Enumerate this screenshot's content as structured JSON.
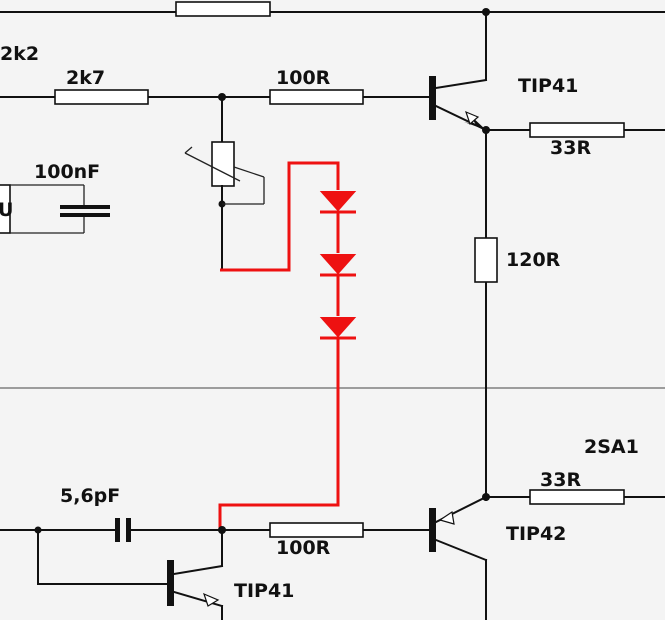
{
  "labels": {
    "r_top_left": "2k2",
    "r1": "2k7",
    "r2_top": "100R",
    "q_top": "TIP41",
    "r_emitter_top": "33R",
    "cap_top": "100nF",
    "r_mid": "120R",
    "q_bottom_right_partial": "2SA1",
    "r_emitter_bottom": "33R",
    "cap_bottom": "5,6pF",
    "q_bottom": "TIP42",
    "r2_bottom": "100R",
    "q_driver": "TIP41"
  },
  "colors": {
    "wire": "#111111",
    "highlight": "#ee1111",
    "background": "#f4f4f4"
  }
}
